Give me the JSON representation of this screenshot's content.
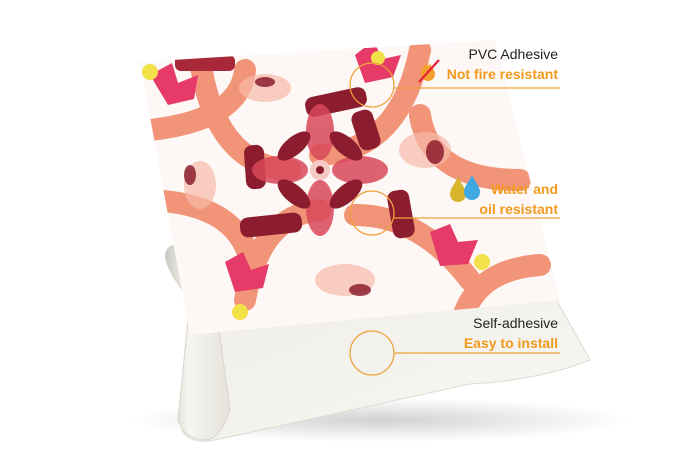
{
  "callouts": {
    "pvc": {
      "title": "PVC Adhesive",
      "subtitle": "Not fire resistant",
      "icon": "no-fire-icon"
    },
    "water": {
      "title_line1": "Water and",
      "title_line2": "oil resistant",
      "icon": "water-oil-drops-icon"
    },
    "self": {
      "title": "Self-adhesive",
      "subtitle": "Easy to install",
      "icon": "none"
    }
  },
  "colors": {
    "accent": "#f29a1e",
    "text": "#222222",
    "tile_coral": "#f0896a",
    "tile_maroon": "#8c1d2e",
    "tile_pink": "#e63a68",
    "tile_yellow": "#f3e14a",
    "backing": "#f3f1ec"
  }
}
